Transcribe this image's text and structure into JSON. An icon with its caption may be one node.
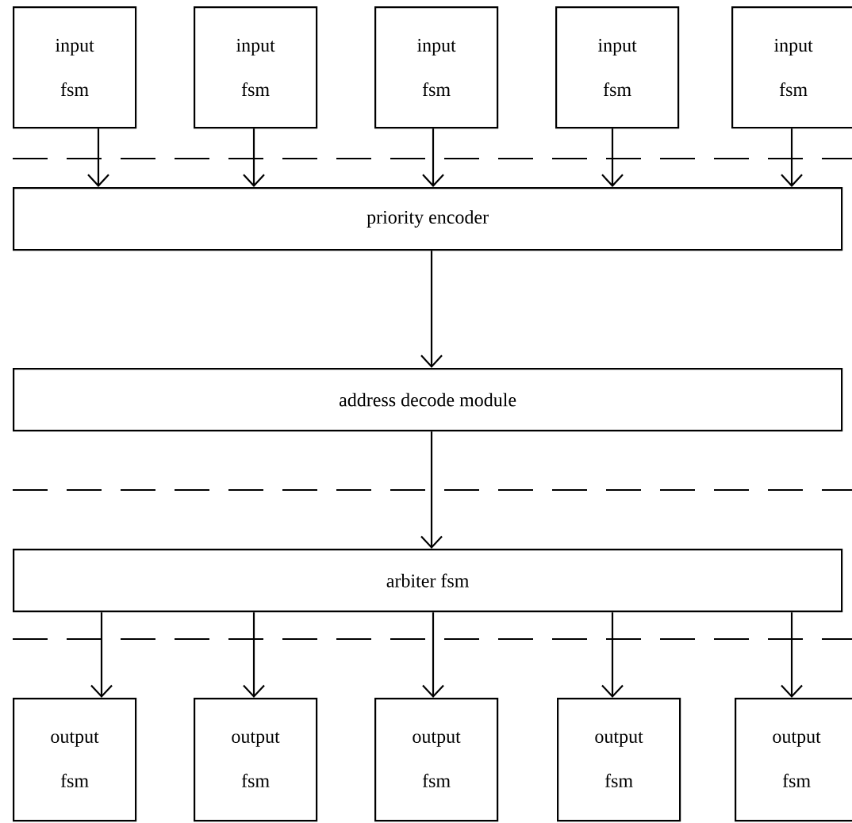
{
  "diagram": {
    "nodes": [
      {
        "text": [
          "input fsm"
        ]
      },
      {
        "text": [
          "input fsm"
        ]
      },
      {
        "text": [
          "input fsm"
        ]
      },
      {
        "text": [
          "input fsm"
        ]
      },
      {
        "text": [
          "input fsm"
        ]
      },
      {
        "text": [
          "priority encoder"
        ]
      },
      {
        "text": [
          "address decode module"
        ]
      },
      {
        "text": [
          "arbiter fsm"
        ]
      },
      {
        "text": [
          "output fsm"
        ]
      },
      {
        "text": [
          "output fsm"
        ]
      },
      {
        "text": [
          "output fsm"
        ]
      },
      {
        "text": [
          "output fsm"
        ]
      },
      {
        "text": [
          "output fsm"
        ]
      }
    ],
    "edges": [
      {
        "from": 0,
        "to": 5,
        "arrow": "to"
      },
      {
        "from": 1,
        "to": 5,
        "arrow": "to"
      },
      {
        "from": 2,
        "to": 5,
        "arrow": "to"
      },
      {
        "from": 3,
        "to": 5,
        "arrow": "to"
      },
      {
        "from": 4,
        "to": 5,
        "arrow": "to"
      },
      {
        "from": 5,
        "to": 6,
        "arrow": "to"
      },
      {
        "from": 6,
        "to": 7,
        "arrow": "to"
      },
      {
        "from": 7,
        "to": 8,
        "arrow": "to"
      },
      {
        "from": 7,
        "to": 9,
        "arrow": "to"
      },
      {
        "from": 7,
        "to": 10,
        "arrow": "to"
      },
      {
        "from": 7,
        "to": 11,
        "arrow": "to"
      },
      {
        "from": 7,
        "to": 12,
        "arrow": "to"
      }
    ]
  }
}
